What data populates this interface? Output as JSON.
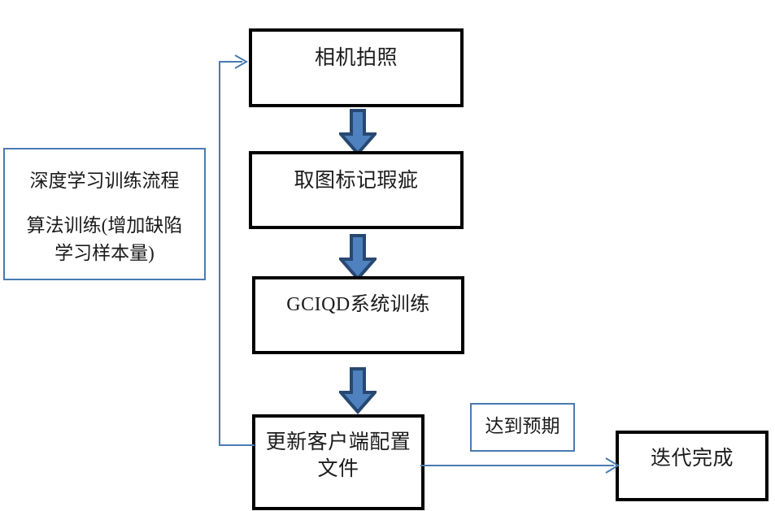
{
  "diagram": {
    "title_box": {
      "line1": "深度学习训练流程",
      "line2": "算法训练(增加缺陷\n学习样本量)"
    },
    "nodes": [
      {
        "id": "camera",
        "label": "相机拍照"
      },
      {
        "id": "mark",
        "label": "取图标记瑕疵"
      },
      {
        "id": "train",
        "label": "GCIQD系统训练"
      },
      {
        "id": "update",
        "label": "更新客户端配置\n文件"
      },
      {
        "id": "done",
        "label": "迭代完成"
      }
    ],
    "notes": [
      {
        "id": "expect",
        "label": "达到预期"
      }
    ],
    "colors": {
      "node_border": "#000000",
      "note_border": "#4a7ab0",
      "arrow_fill": "#4e81bd",
      "arrow_outline": "#274872",
      "connector_line": "#4a7ab0",
      "background": "#ffffff",
      "text": "#1b1b1b"
    }
  }
}
